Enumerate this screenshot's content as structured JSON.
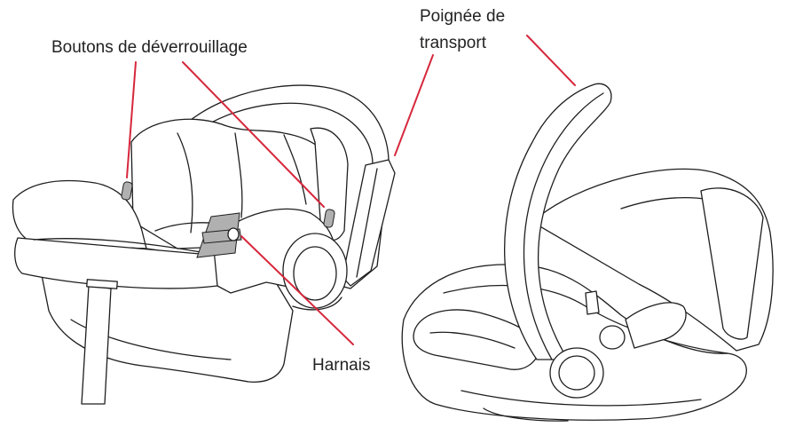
{
  "labels": {
    "release_buttons": "Boutons de déverrouillage",
    "carry_handle_line1": "Poignée de",
    "carry_handle_line2": "transport",
    "harness": "Harnais"
  },
  "colors": {
    "leader": "#d6283c",
    "outline": "#1e1e1e",
    "strap": "#b0b0b0"
  }
}
